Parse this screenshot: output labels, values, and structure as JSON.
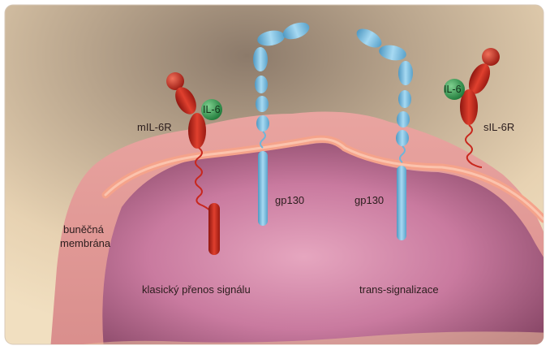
{
  "labels": {
    "mil6r": "mIL-6R",
    "il6_left": "IL-6",
    "il6_right": "IL-6",
    "sil6r": "sIL-6R",
    "gp130_left": "gp130",
    "gp130_right": "gp130",
    "membrane_line1": "buněčná",
    "membrane_line2": "membrána",
    "classic": "klasický přenos signálu",
    "trans": "trans-signalizace"
  },
  "colors": {
    "receptor_red": "#c8271d",
    "gp130_blue": "#7ec3e6",
    "il6_green": "#3aa35a",
    "membrane_pink": "#f2a48f",
    "cytoplasm": "#b35c86"
  }
}
